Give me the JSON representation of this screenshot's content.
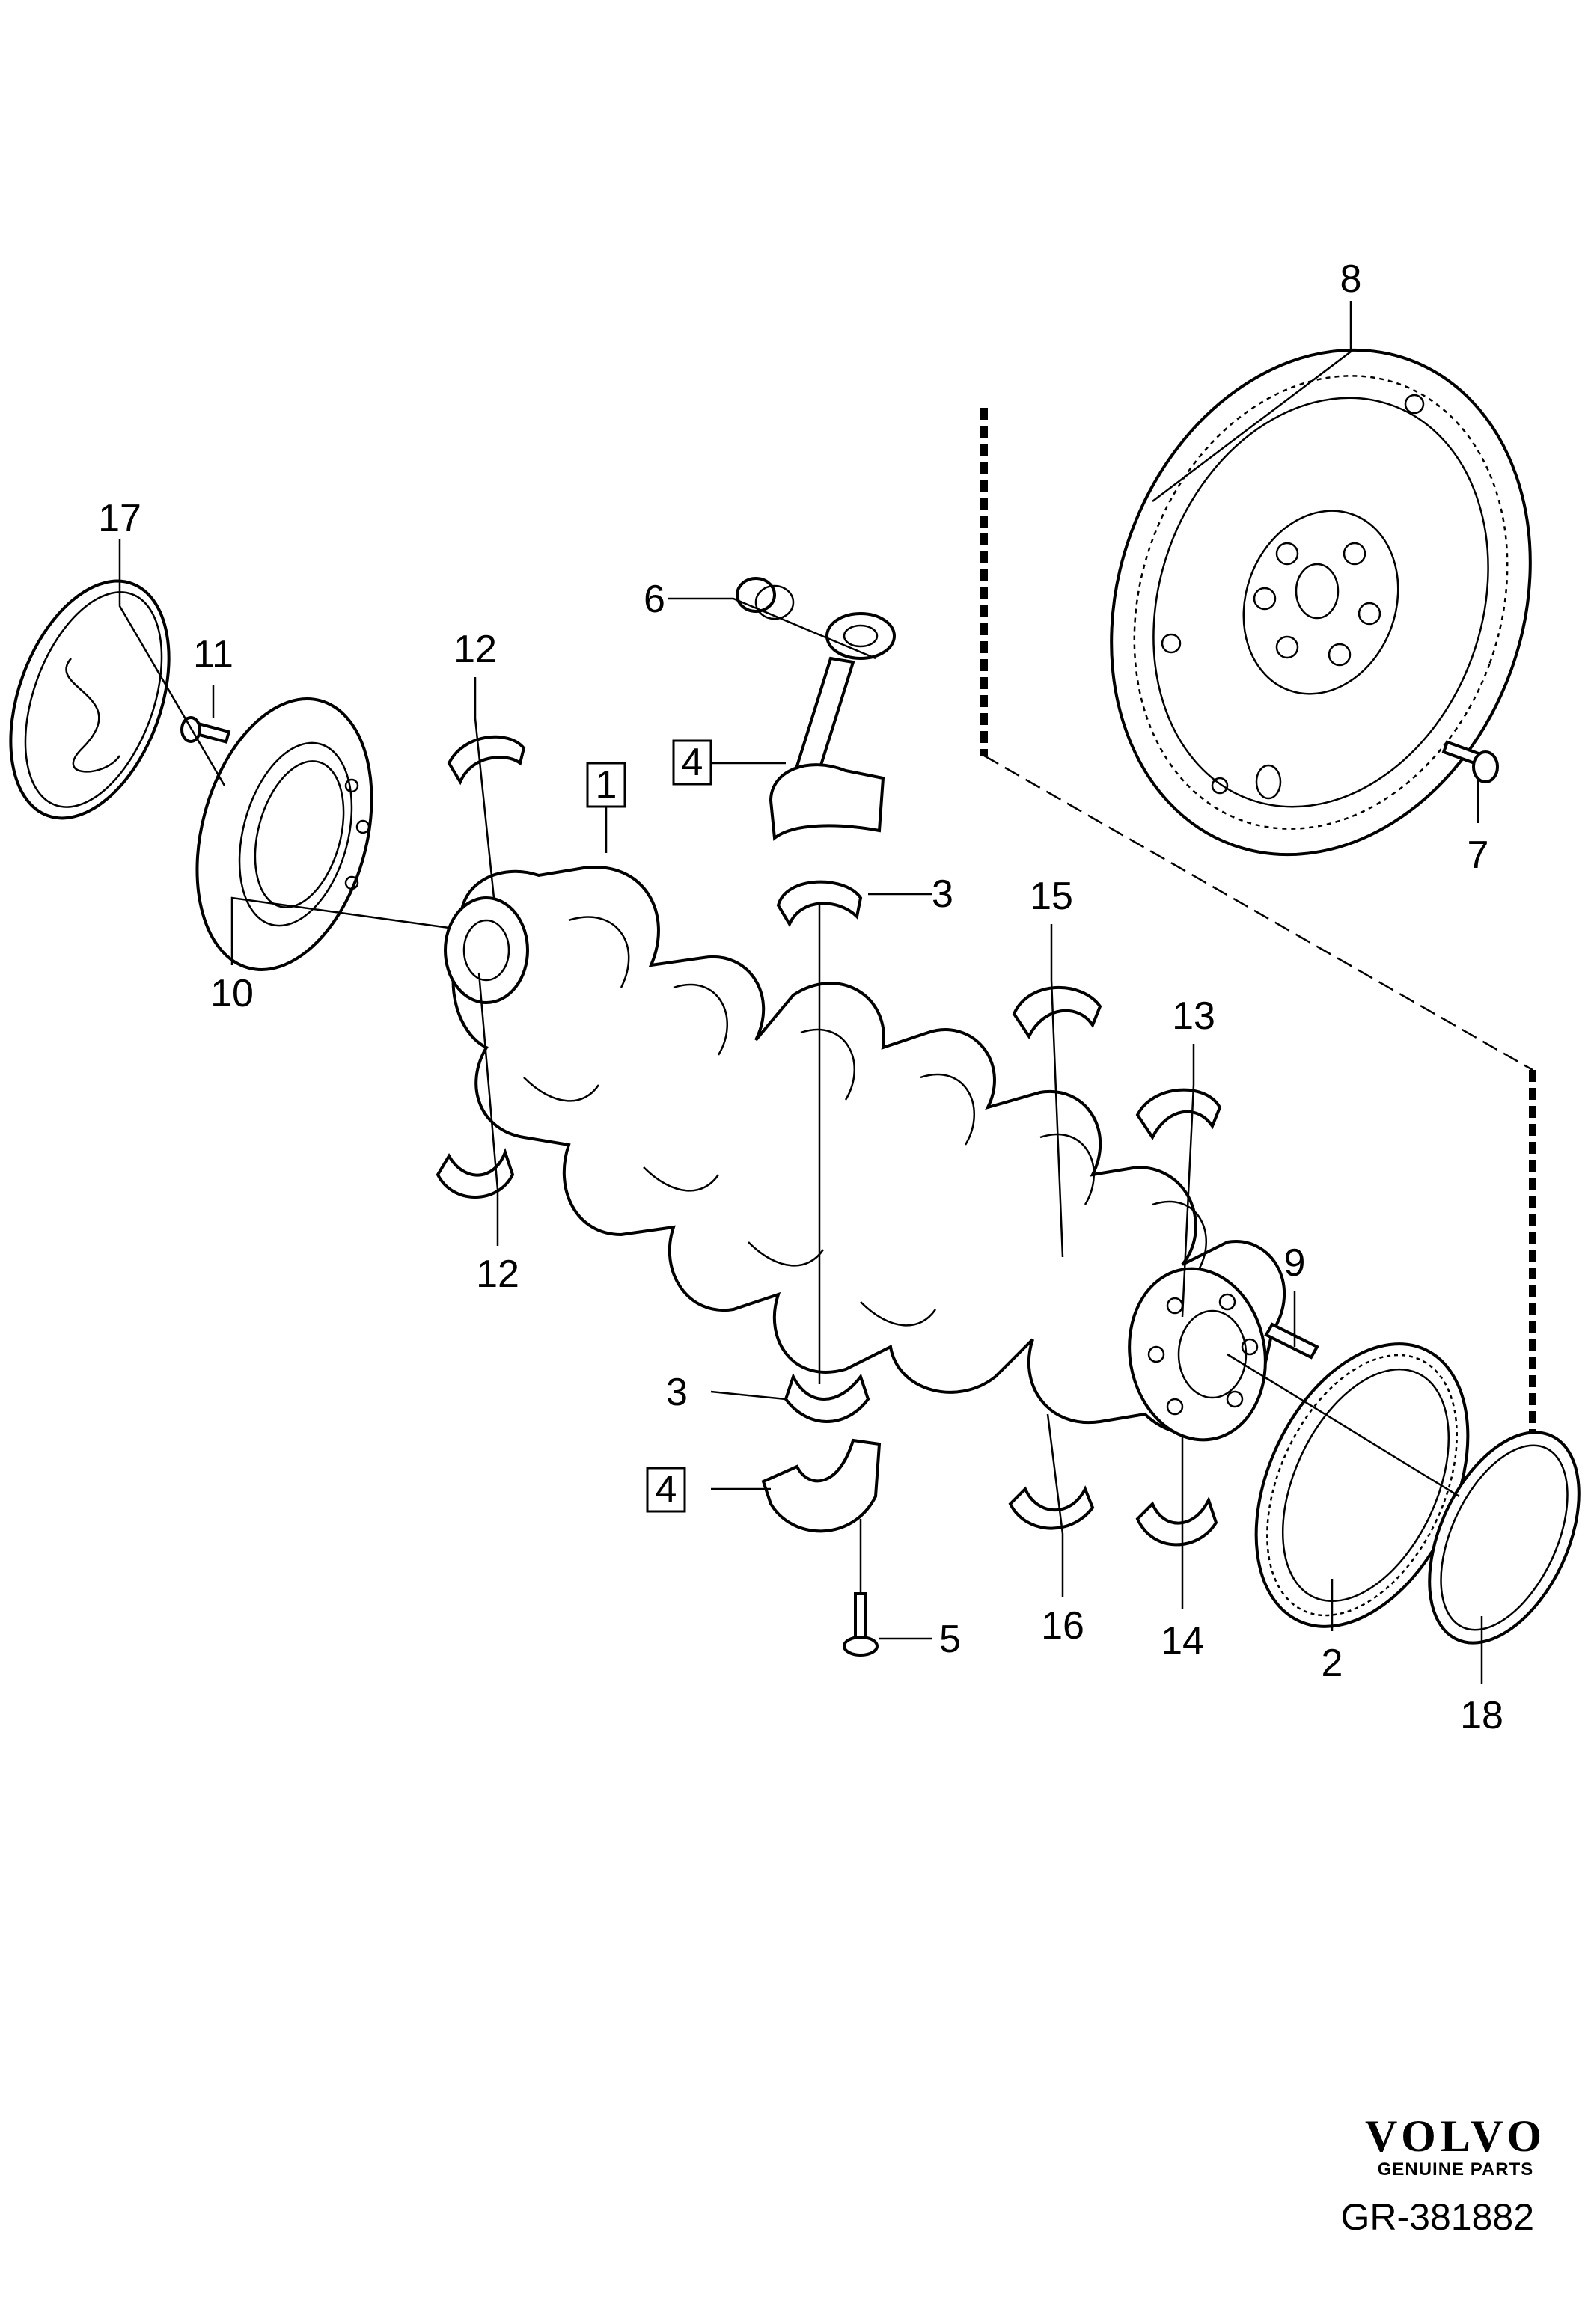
{
  "callouts": {
    "c1": "1",
    "c2": "2",
    "c3a": "3",
    "c3b": "3",
    "c4a": "4",
    "c4b": "4",
    "c5": "5",
    "c6": "6",
    "c7": "7",
    "c8": "8",
    "c9": "9",
    "c10": "10",
    "c11": "11",
    "c12a": "12",
    "c12b": "12",
    "c13": "13",
    "c14": "14",
    "c15": "15",
    "c16": "16",
    "c17": "17",
    "c18": "18"
  },
  "brand": {
    "name": "VOLVO",
    "tagline": "GENUINE PARTS"
  },
  "reference": "GR-381882"
}
